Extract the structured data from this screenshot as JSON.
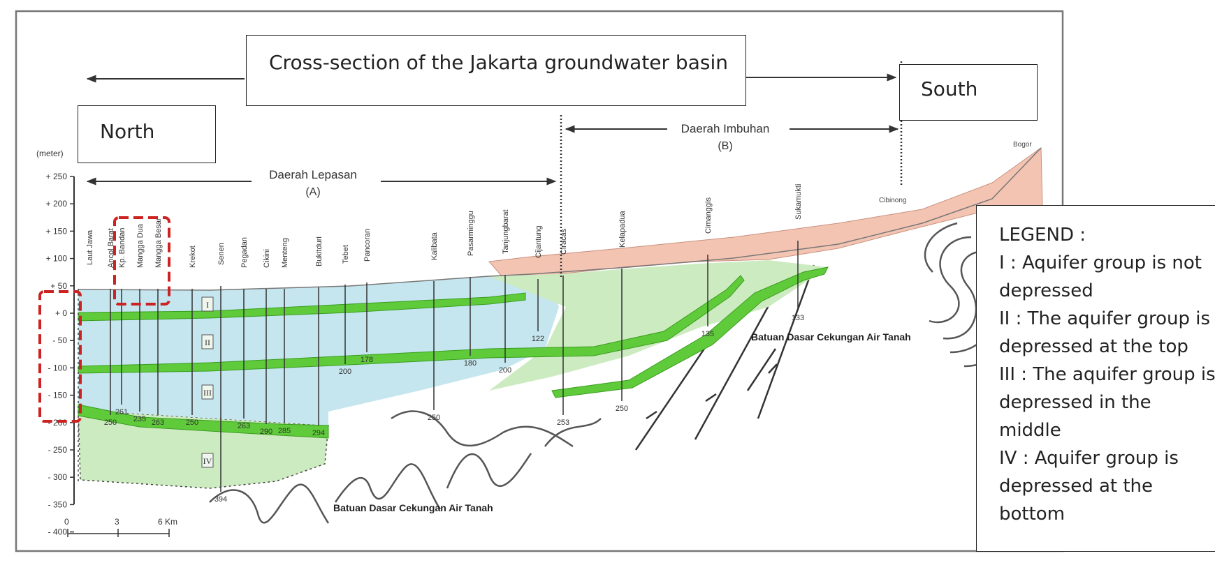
{
  "title": "Cross-section of the Jakarta groundwater basin",
  "direction_labels": {
    "north": "North",
    "south": "South"
  },
  "zones": {
    "discharge": {
      "name": "Daerah Lepasan",
      "code": "(A)"
    },
    "recharge": {
      "name": "Daerah Imbuhan",
      "code": "(B)"
    }
  },
  "depth_axis": {
    "unit": "(meter)",
    "ticks": [
      "+ 250",
      "+ 200",
      "+ 150",
      "+ 100",
      "+ 50",
      "+ 0",
      "- 50",
      "- 100",
      "- 150",
      "- 200",
      "- 250",
      "- 300",
      "- 350",
      "- 400"
    ]
  },
  "scale_bar": {
    "ticks": [
      "0",
      "3",
      "6 Km"
    ]
  },
  "wells": [
    {
      "name": "Laut Jawa",
      "depth": ""
    },
    {
      "name": "Ancol Barat",
      "depth": "250"
    },
    {
      "name": "Kp. Bandan",
      "depth": "261"
    },
    {
      "name": "Mangga Dua",
      "depth": "235"
    },
    {
      "name": "Mangga Besar",
      "depth": "263"
    },
    {
      "name": "Krekot",
      "depth": "250"
    },
    {
      "name": "Senen",
      "depth": "394"
    },
    {
      "name": "Pegadan",
      "depth": "263"
    },
    {
      "name": "Cikini",
      "depth": "290"
    },
    {
      "name": "Menteng",
      "depth": "285"
    },
    {
      "name": "Bukitduri",
      "depth": "294"
    },
    {
      "name": "Tebet",
      "depth": "200"
    },
    {
      "name": "Pancoran",
      "depth": "178"
    },
    {
      "name": "Kalibata",
      "depth": "250"
    },
    {
      "name": "Pasarminggu",
      "depth": "180"
    },
    {
      "name": "Tanjungbarat",
      "depth": "200"
    },
    {
      "name": "Cijantung",
      "depth": "122"
    },
    {
      "name": "Ciracas",
      "depth": "253"
    },
    {
      "name": "Kelapadua",
      "depth": "250"
    },
    {
      "name": "Cimanggis",
      "depth": "135"
    },
    {
      "name": "Sukamukti",
      "depth": "133"
    }
  ],
  "town_labels": [
    "Cibinong",
    "Bogor"
  ],
  "aquifer_markers": [
    "I",
    "II",
    "III",
    "IV"
  ],
  "bedrock_label": "Batuan Dasar Cekungan Air Tanah",
  "legend": {
    "lines": [
      "LEGEND :",
      "I : Aquifer group is not",
      "depressed",
      "II : The aquifer group is",
      "depressed at the top",
      "III : The aquifer group is",
      "depressed in the",
      "middle",
      "IV : Aquifer group is",
      "depressed at the",
      "bottom"
    ]
  },
  "colors": {
    "aquifer_upper": "#c5e6ee",
    "aquifer_lower": "#cdebc0",
    "aquifer_band": "#5fcb3a",
    "recharge_fill": "#f4c4b3",
    "highlight": "#cc2222"
  }
}
